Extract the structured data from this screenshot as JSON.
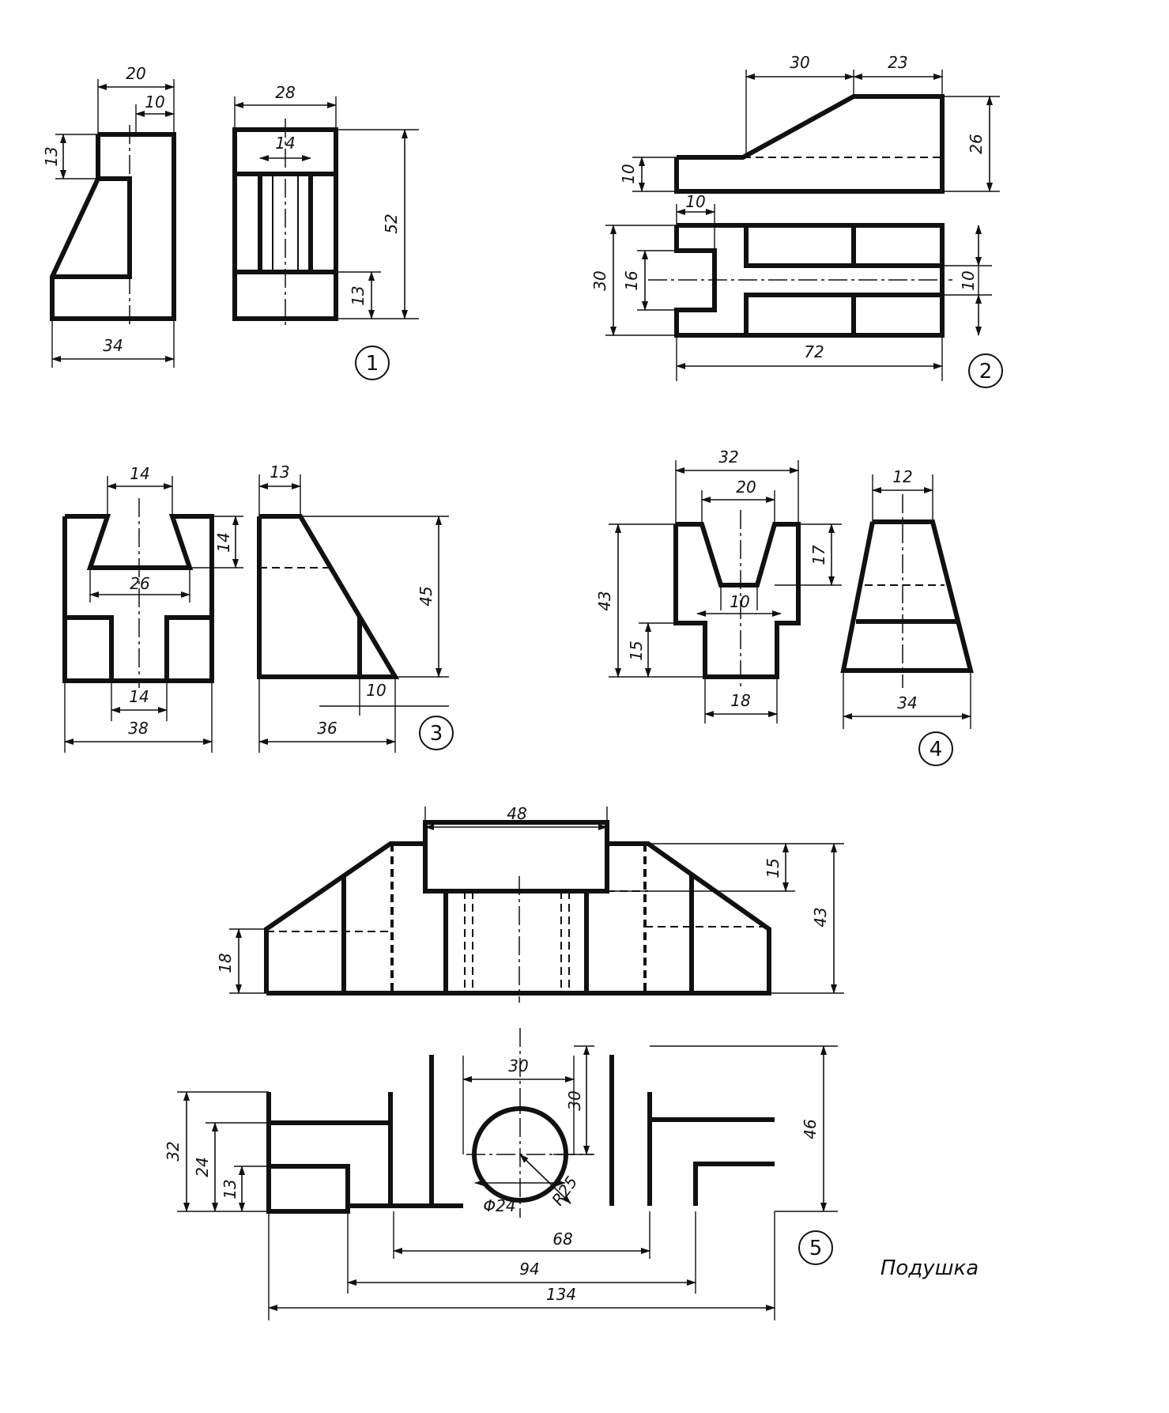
{
  "sheet": {
    "figures": [
      {
        "number": "1",
        "dims": {
          "a": "20",
          "b": "10",
          "c": "13",
          "d": "34",
          "e": "28",
          "f": "14",
          "g": "52",
          "h": "13"
        }
      },
      {
        "number": "2",
        "dims": {
          "a": "30",
          "b": "23",
          "c": "26",
          "d": "10",
          "e": "10",
          "f": "30",
          "g": "16",
          "h": "10",
          "i": "72"
        }
      },
      {
        "number": "3",
        "dims": {
          "a": "14",
          "b": "14",
          "c": "26",
          "d": "14",
          "e": "38",
          "f": "13",
          "g": "45",
          "h": "10",
          "i": "36"
        }
      },
      {
        "number": "4",
        "dims": {
          "a": "32",
          "b": "20",
          "c": "17",
          "d": "43",
          "e": "10",
          "f": "15",
          "g": "18",
          "h": "12",
          "i": "34"
        }
      },
      {
        "number": "5",
        "dims": {
          "a": "48",
          "b": "15",
          "c": "43",
          "d": "18",
          "e": "30",
          "f": "30",
          "g": "46",
          "h": "32",
          "i": "24",
          "j": "13",
          "k": "R25",
          "l": "Φ24",
          "m": "68",
          "n": "94",
          "o": "134"
        }
      }
    ],
    "part_name": "Подушка"
  }
}
